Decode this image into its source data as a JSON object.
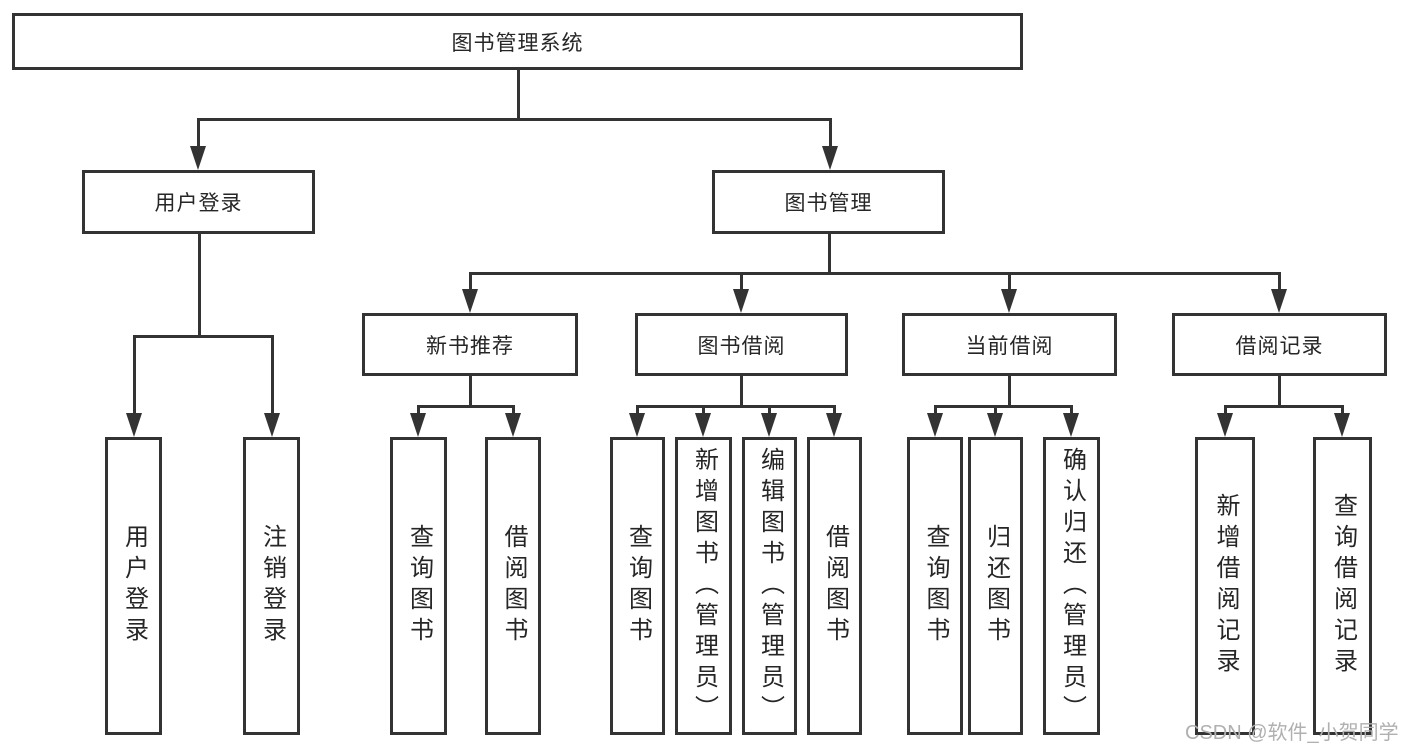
{
  "tree": {
    "root": {
      "label": "图书管理系统",
      "children": [
        {
          "label": "用户登录",
          "children": [
            {
              "label": "用户登录"
            },
            {
              "label": "注销登录"
            }
          ]
        },
        {
          "label": "图书管理",
          "children": [
            {
              "label": "新书推荐",
              "children": [
                {
                  "label": "查询图书"
                },
                {
                  "label": "借阅图书"
                }
              ]
            },
            {
              "label": "图书借阅",
              "children": [
                {
                  "label": "查询图书"
                },
                {
                  "label": "新增图书（管理员）"
                },
                {
                  "label": "编辑图书（管理员）"
                },
                {
                  "label": "借阅图书"
                }
              ]
            },
            {
              "label": "当前借阅",
              "children": [
                {
                  "label": "查询图书"
                },
                {
                  "label": "归还图书"
                },
                {
                  "label": "确认归还（管理员）"
                }
              ]
            },
            {
              "label": "借阅记录",
              "children": [
                {
                  "label": "新增借阅记录"
                },
                {
                  "label": "查询借阅记录"
                }
              ]
            }
          ]
        }
      ]
    }
  },
  "watermark": {
    "text": "CSDN @软件_小贺同学"
  },
  "colors": {
    "line": "#333333",
    "text": "#262626",
    "watermark": "#b0b0b0",
    "background": "#ffffff"
  }
}
